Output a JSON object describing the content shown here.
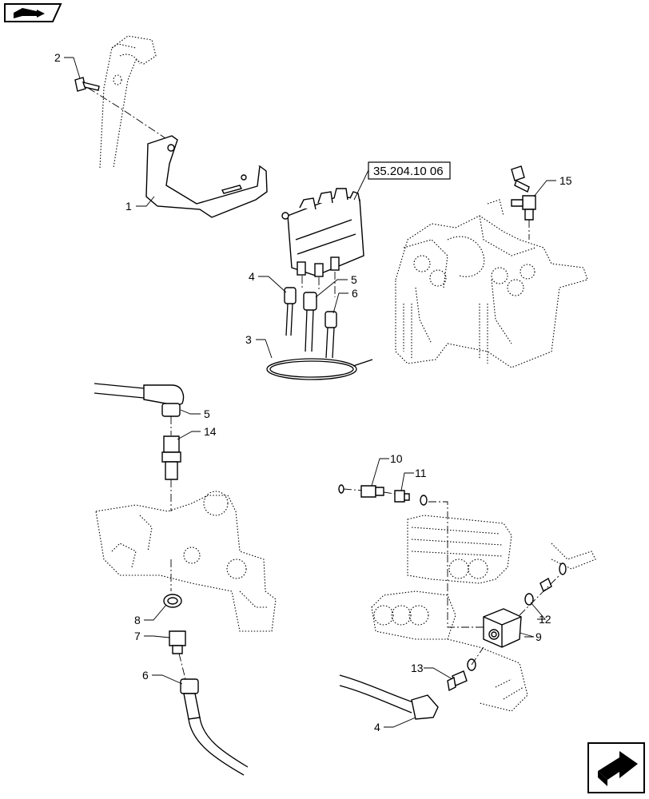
{
  "reference_box": {
    "text": "35.204.10 06"
  },
  "callouts": [
    {
      "id": "c1",
      "text": "1"
    },
    {
      "id": "c2",
      "text": "2"
    },
    {
      "id": "c3",
      "text": "3"
    },
    {
      "id": "c4a",
      "text": "4"
    },
    {
      "id": "c5a",
      "text": "5"
    },
    {
      "id": "c6a",
      "text": "6"
    },
    {
      "id": "c15",
      "text": "15"
    },
    {
      "id": "c5b",
      "text": "5"
    },
    {
      "id": "c14",
      "text": "14"
    },
    {
      "id": "c8",
      "text": "8"
    },
    {
      "id": "c7",
      "text": "7"
    },
    {
      "id": "c6b",
      "text": "6"
    },
    {
      "id": "c10",
      "text": "10"
    },
    {
      "id": "c11",
      "text": "11"
    },
    {
      "id": "c12",
      "text": "12"
    },
    {
      "id": "c9",
      "text": "9"
    },
    {
      "id": "c13",
      "text": "13"
    },
    {
      "id": "c4b",
      "text": "4"
    }
  ],
  "icons": {
    "top_left": "book-arrow-icon",
    "bottom_right": "next-page-arrow-icon"
  }
}
